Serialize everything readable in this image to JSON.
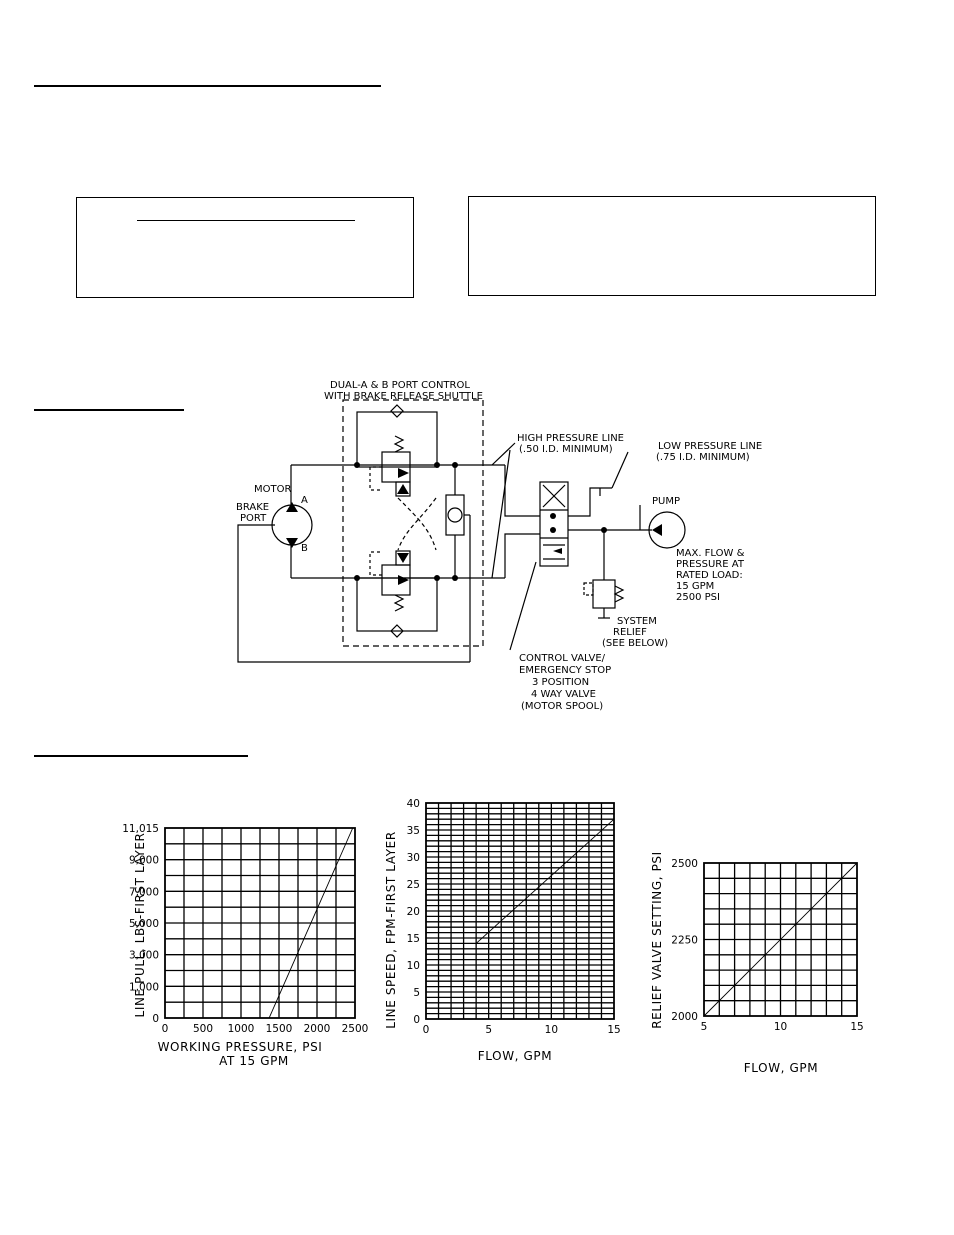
{
  "schematic": {
    "dual_port_control": [
      "DUAL-A & B PORT CONTROL",
      "WITH BRAKE RELEASE SHUTTLE"
    ],
    "high_pressure_line": [
      "HIGH PRESSURE LINE",
      "(.50 I.D. MINIMUM)"
    ],
    "low_pressure_line": [
      "LOW PRESSURE LINE",
      "(.75 I.D. MINIMUM)"
    ],
    "motor": "MOTOR",
    "port_a": "A",
    "port_b": "B",
    "brake_port": [
      "BRAKE",
      "PORT"
    ],
    "pump": "PUMP",
    "max_flow": [
      "MAX. FLOW &",
      "PRESSURE AT",
      "RATED LOAD:",
      "15 GPM",
      "2500 PSI"
    ],
    "system_relief": [
      "SYSTEM",
      "RELIEF",
      "(SEE BELOW)"
    ],
    "control_valve": [
      "CONTROL VALVE/",
      "EMERGENCY STOP",
      "3 POSITION",
      "4 WAY VALVE",
      "(MOTOR SPOOL)"
    ]
  },
  "chart_data": [
    {
      "type": "line",
      "xlabel": "WORKING PRESSURE, PSI",
      "xlabel2": "AT 15 GPM",
      "ylabel": "LINE PULL, LBS-FIRST LAYER",
      "xlim": [
        0,
        2500
      ],
      "ylim": [
        0,
        11015
      ],
      "x_ticks": [
        "0",
        "500",
        "1000",
        "1500",
        "2000",
        "2500"
      ],
      "y_ticks": [
        "0",
        "1,000",
        "3,000",
        "5,000",
        "7,000",
        "9,000",
        "11,015"
      ],
      "x": [
        1370,
        2470
      ],
      "y": [
        0,
        11015
      ]
    },
    {
      "type": "line",
      "xlabel": "FLOW, GPM",
      "ylabel": "LINE SPEED, FPM-FIRST LAYER",
      "xlim": [
        0,
        15
      ],
      "ylim": [
        0,
        40
      ],
      "x_ticks": [
        "0",
        "5",
        "10",
        "15"
      ],
      "y_ticks": [
        "0",
        "5",
        "10",
        "15",
        "20",
        "25",
        "30",
        "35",
        "40"
      ],
      "x": [
        4,
        15
      ],
      "y": [
        14,
        37
      ]
    },
    {
      "type": "line",
      "xlabel": "FLOW, GPM",
      "ylabel": "RELIEF VALVE SETTING, PSI",
      "xlim": [
        5,
        15
      ],
      "ylim": [
        2000,
        2500
      ],
      "x_ticks": [
        "5",
        "10",
        "15"
      ],
      "y_ticks": [
        "2000",
        "2250",
        "2500"
      ],
      "x": [
        5,
        15
      ],
      "y": [
        2000,
        2500
      ]
    }
  ]
}
